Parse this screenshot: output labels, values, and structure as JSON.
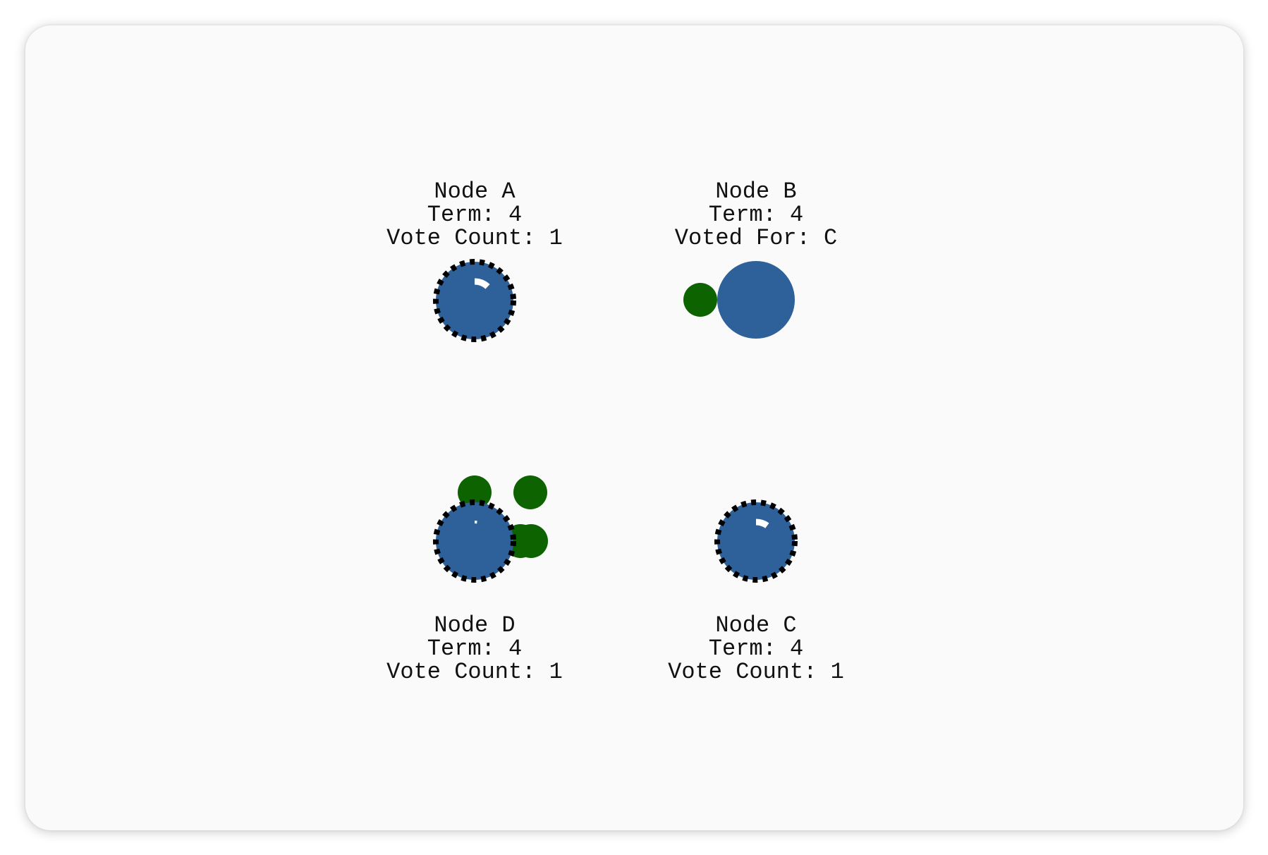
{
  "colors": {
    "node_fill": "#2e6099",
    "message_fill": "#0c6300",
    "candidate_ring": "#000000",
    "timer_arc": "#ffffff",
    "label_text": "#111111",
    "panel_background": "#fafafa"
  },
  "nodes": [
    {
      "id": "A",
      "title": "Node A",
      "term_line": "Term: 4",
      "status_line": "Vote Count: 1",
      "role": "candidate",
      "timer_fraction": 0.12
    },
    {
      "id": "B",
      "title": "Node B",
      "term_line": "Term: 4",
      "status_line": "Voted For: C",
      "role": "follower",
      "timer_fraction": 0
    },
    {
      "id": "D",
      "title": "Node D",
      "term_line": "Term: 4",
      "status_line": "Vote Count: 1",
      "role": "candidate",
      "timer_fraction": 0.02
    },
    {
      "id": "C",
      "title": "Node C",
      "term_line": "Term: 4",
      "status_line": "Vote Count: 1",
      "role": "candidate",
      "timer_fraction": 0.1
    }
  ],
  "messages_in_flight": [
    {
      "label": "vote message",
      "from": "B",
      "to": "A"
    },
    {
      "label": "vote message",
      "from": "D",
      "to": "A"
    },
    {
      "label": "vote message",
      "from": "C",
      "to": "B"
    },
    {
      "label": "vote message",
      "from": "C",
      "to": "D"
    },
    {
      "label": "vote message",
      "from": "C",
      "to": "D"
    }
  ]
}
